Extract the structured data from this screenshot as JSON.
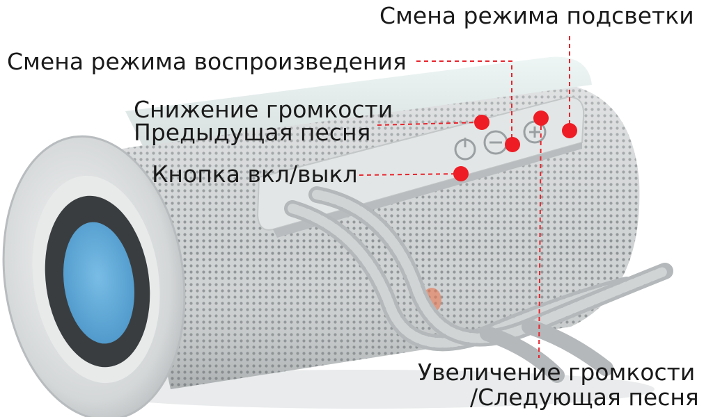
{
  "annotations": {
    "lighting_mode": "Смена режима подсветки",
    "play_mode": "Смена режима воспроизведения",
    "volume_down": "Снижение громкости",
    "previous_song": "Предыдущая песня",
    "power_button": "Кнопка вкл/выкл",
    "volume_up": "Увеличение громкости",
    "next_song": "/Следующая песня"
  },
  "colors": {
    "marker": "#ee1c24",
    "leader_line": "#e8232b",
    "speaker_body": "#d9dcdd",
    "driver": "#5aa6d6"
  },
  "icons": [
    "power-icon",
    "minus-icon",
    "plus-icon"
  ]
}
